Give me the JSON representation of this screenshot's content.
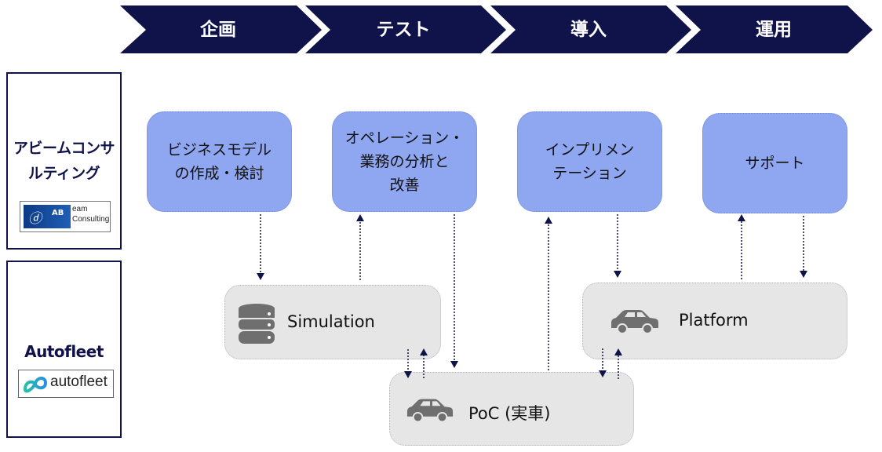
{
  "phases": [
    {
      "label": "企画"
    },
    {
      "label": "テスト"
    },
    {
      "label": "導入"
    },
    {
      "label": "運用"
    }
  ],
  "colors": {
    "chevron": "#10134a",
    "task_fill": "#8fa6f0",
    "system_fill": "#e6e6e6",
    "arrow": "#10134a",
    "icon_gray": "#6f6f6f"
  },
  "organizations": [
    {
      "name_line1": "アビームコンサ",
      "name_line2": "ルティング",
      "logo": {
        "mark": "AB",
        "text_line1": "eam",
        "text_line2": "Consulting"
      }
    },
    {
      "name_line1": "Autofleet",
      "logo": {
        "text": "autofleet"
      }
    }
  ],
  "tasks": [
    {
      "line1": "ビジネスモデル",
      "line2": "の作成・検討"
    },
    {
      "line1": "オペレーション・",
      "line2": "業務の分析と",
      "line3": "改善"
    },
    {
      "line1": "インプリメン",
      "line2": "テーション"
    },
    {
      "line1": "サポート"
    }
  ],
  "systems": [
    {
      "label": "Simulation",
      "icon": "database-icon"
    },
    {
      "label": "Platform",
      "icon": "car-icon"
    },
    {
      "label": "PoC (実車)",
      "icon": "car-icon"
    }
  ]
}
